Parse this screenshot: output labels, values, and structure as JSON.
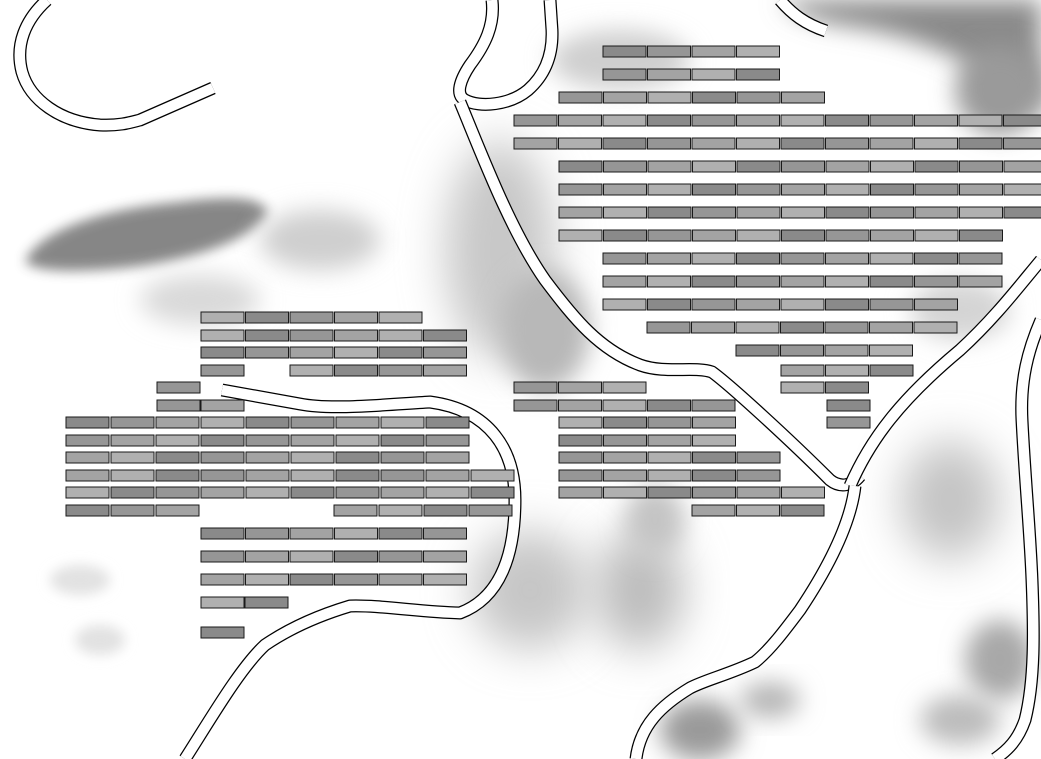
{
  "map": {
    "style": "grayscale terrain with road network and parcel blocks",
    "colors": {
      "background": "#ffffff",
      "terrain_shade": "#8f8f8f",
      "road_casing": "#000000",
      "road_fill": "#ffffff",
      "plot_outline": "#1a1a1a",
      "plot_shades": [
        "#7c7c7c",
        "#8a8a8a",
        "#969696",
        "#a3a3a3",
        "#b0b0b0",
        "#c2c2c2",
        "#dadada"
      ]
    },
    "layers": [
      "terrain-shading",
      "roads",
      "plots"
    ],
    "text_labels": []
  }
}
